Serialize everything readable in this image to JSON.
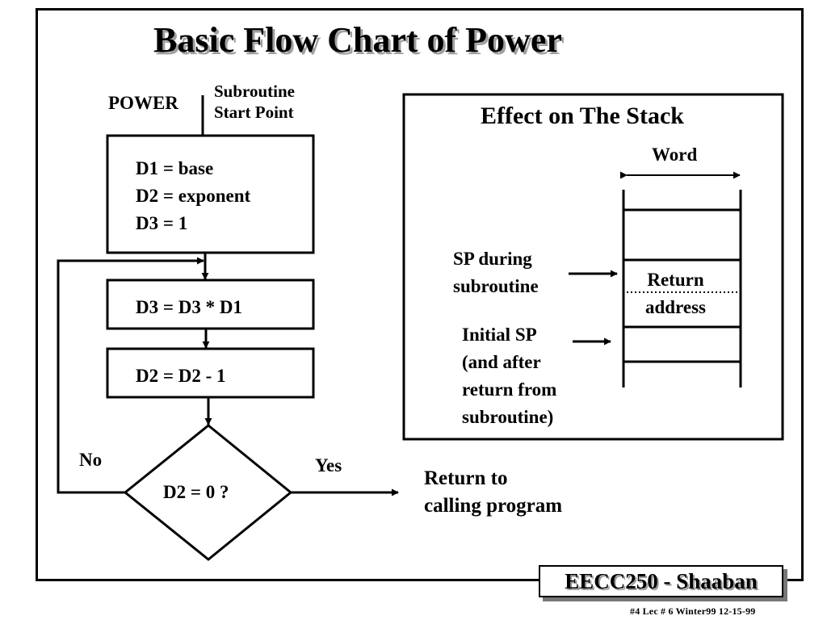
{
  "title": "Basic Flow Chart of Power",
  "flowchart": {
    "entry_label": "POWER",
    "start_note": "Subroutine\nStart Point",
    "init_box": {
      "lines": [
        "D1 =  base",
        "D2 =  exponent",
        "D3 =  1"
      ]
    },
    "multiply_box": "D3 = D3 * D1",
    "decrement_box": "D2 = D2  - 1",
    "decision": "D2  =  0 ?",
    "no_label": "No",
    "yes_label": "Yes",
    "exit_label": "Return to\ncalling program"
  },
  "stack_panel": {
    "title": "Effect on The Stack",
    "word_label": "Word",
    "sp_during": "SP during\nsubroutine",
    "return_address": "Return\naddress",
    "initial_sp": "Initial SP\n(and after\nreturn from\nsubroutine)"
  },
  "footer": {
    "course": "EECC250 - Shaaban",
    "note": "#4   Lec # 6  Winter99  12-15-99"
  }
}
